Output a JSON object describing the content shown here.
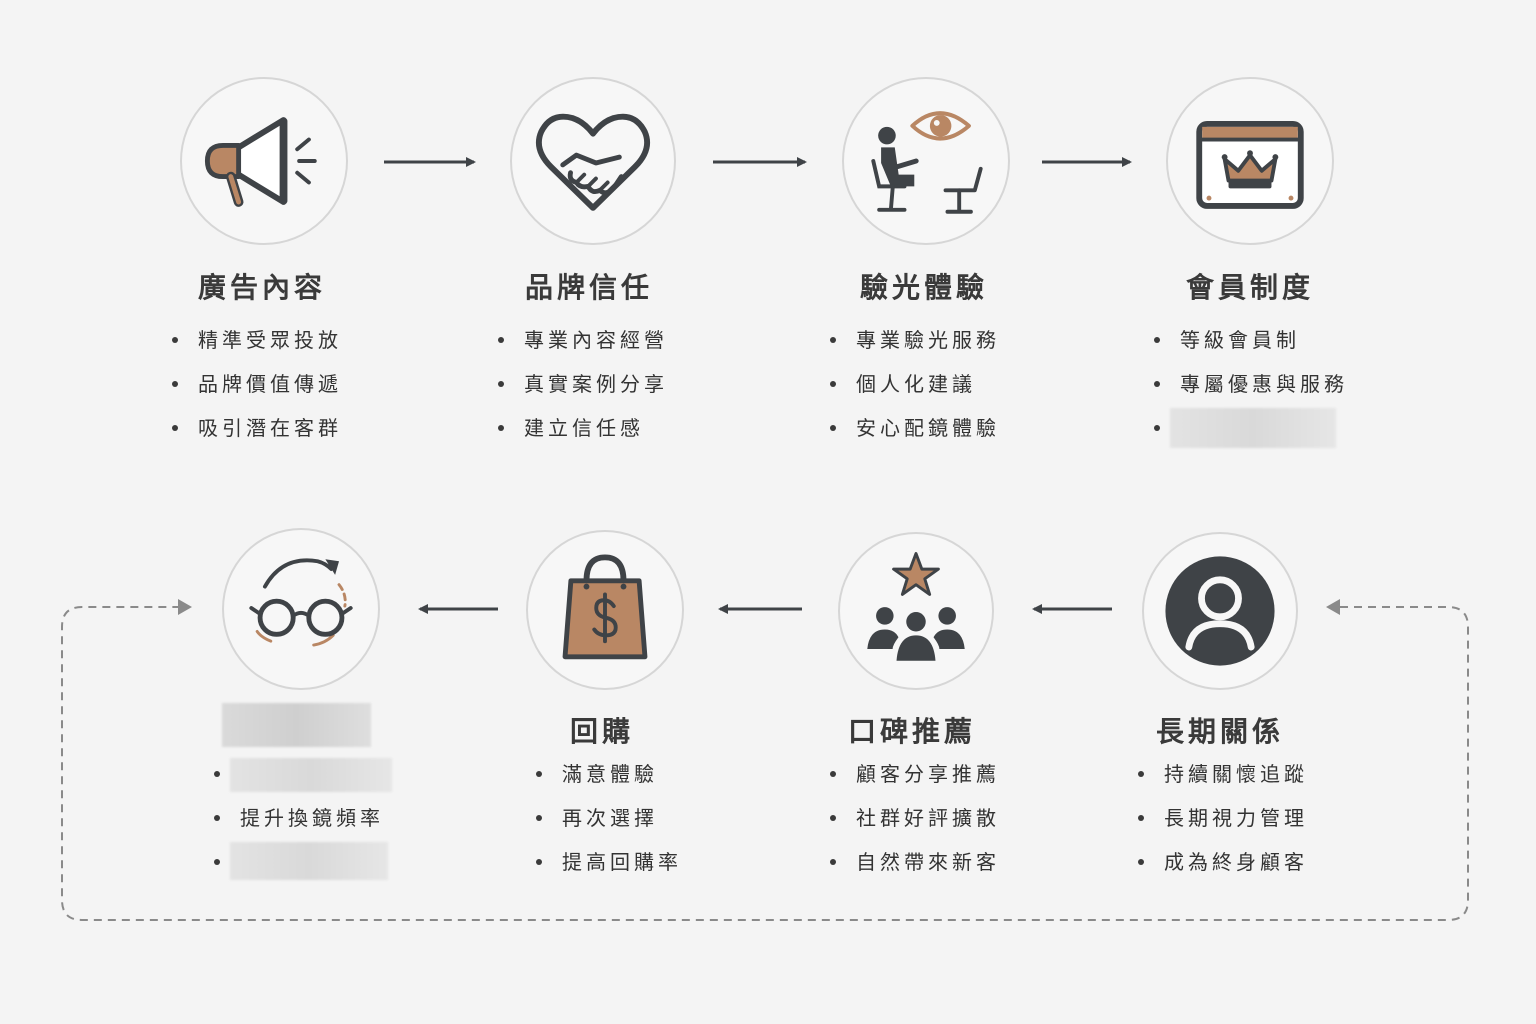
{
  "colors": {
    "background": "#f4f4f4",
    "icon_dark": "#3f4347",
    "icon_accent": "#b98764",
    "circle_border": "#d6d6d6",
    "arrow": "#3f4347",
    "dashed_loop": "#8a8a8a"
  },
  "steps": [
    {
      "title": "廣告內容",
      "icon": "megaphone-icon",
      "bullets": [
        "精準受眾投放",
        "品牌價值傳遞",
        "吸引潛在客群"
      ]
    },
    {
      "title": "品牌信任",
      "icon": "handshake-heart-icon",
      "bullets": [
        "專業內容經營",
        "真實案例分享",
        "建立信任感"
      ]
    },
    {
      "title": "驗光體驗",
      "icon": "eye-exam-icon",
      "bullets": [
        "專業驗光服務",
        "個人化建議",
        "安心配鏡體驗"
      ]
    },
    {
      "title": "會員制度",
      "icon": "crown-card-icon",
      "bullets": [
        "等級會員制",
        "專屬優惠與服務",
        ""
      ]
    },
    {
      "title": "長期關係",
      "icon": "user-avatar-icon",
      "bullets": [
        "持續關懷追蹤",
        "長期視力管理",
        "成為終身顧客"
      ]
    },
    {
      "title": "口碑推薦",
      "icon": "star-group-icon",
      "bullets": [
        "顧客分享推薦",
        "社群好評擴散",
        "自然帶來新客"
      ]
    },
    {
      "title": "回購",
      "icon": "shopping-bag-icon",
      "bullets": [
        "滿意體驗",
        "再次選擇",
        "提高回購率"
      ]
    },
    {
      "title": "",
      "icon": "glasses-cycle-icon",
      "bullets": [
        "",
        "提升換鏡頻率",
        ""
      ]
    }
  ]
}
